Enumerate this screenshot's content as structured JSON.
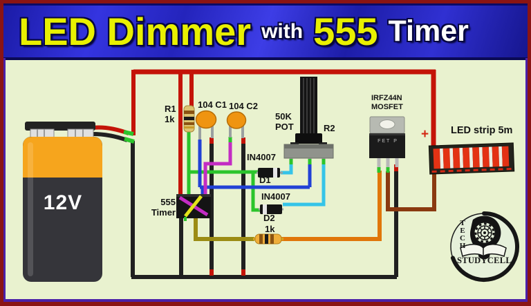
{
  "banner": {
    "led_dimmer": "LED Dimmer",
    "with_word": "with",
    "five55": "555",
    "timer": "Timer"
  },
  "battery": {
    "voltage": "12V"
  },
  "labels": {
    "r1": "R1\n1k",
    "c1": "104 C1",
    "c2": "104 C2",
    "timer_ic": "555\nTimer",
    "d1_part": "IN4007",
    "d1_ref": "D1",
    "d2_part": "IN4007",
    "d2_ref": "D2",
    "gate_resistor": "1k",
    "pot_value": "50K\nPOT",
    "pot_ref": "R2",
    "mosfet": "IRFZ44N\nMOSFET",
    "mosfet_marking": "FET P",
    "led_strip": "LED strip 5m",
    "plus": "+"
  },
  "logo": {
    "tech": "TECH",
    "name": "STUDYCELL"
  },
  "colors": {
    "background": "#e9f2cf",
    "border_outer": "#8a1414",
    "border_inner": "#4a20a8",
    "banner_blue": "#2a2ac8",
    "banner_yellow": "#e9f000",
    "banner_white": "#ffffff",
    "wire_red": "#c41408",
    "wire_black": "#202020",
    "wire_green": "#2bc42b",
    "wire_blue": "#2141d6",
    "wire_cyan": "#35c4e8",
    "wire_magenta": "#c32cc3",
    "wire_yellow": "#e3e31a",
    "wire_olive": "#9c8c14",
    "wire_orange": "#e0760a",
    "wire_brown": "#8a3a10",
    "battery_orange": "#f6a51d",
    "led_red": "#e33214"
  }
}
